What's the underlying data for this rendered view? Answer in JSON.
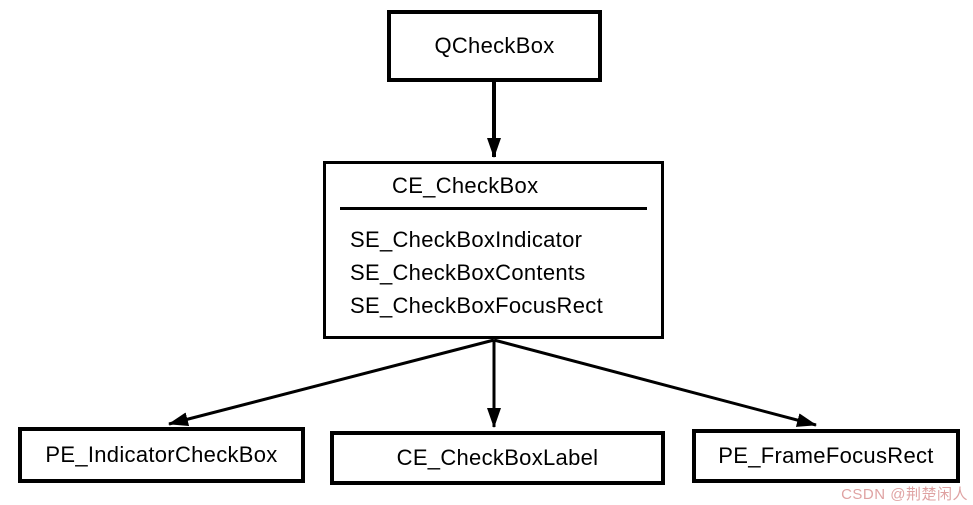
{
  "diagram": {
    "root": {
      "label": "QCheckBox"
    },
    "middle": {
      "title": "CE_CheckBox",
      "items": [
        "SE_CheckBoxIndicator",
        "SE_CheckBoxContents",
        "SE_CheckBoxFocusRect"
      ]
    },
    "children": [
      {
        "label": "PE_IndicatorCheckBox"
      },
      {
        "label": "CE_CheckBoxLabel"
      },
      {
        "label": "PE_FrameFocusRect"
      }
    ]
  },
  "watermark": {
    "text": "CSDN @荆楚闲人",
    "color": "#dfa2a2"
  },
  "colors": {
    "line": "#000000",
    "background": "#ffffff"
  }
}
